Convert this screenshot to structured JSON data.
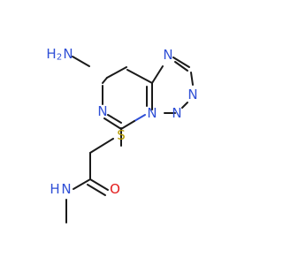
{
  "molecule": {
    "atoms": {
      "nh2_h": "H",
      "nh2_h2": "2",
      "nh2_n": "N",
      "ring_n_left": "N",
      "ring_n_bottom": "N",
      "tri_n_top": "N",
      "tri_n_right": "N",
      "tri_n_bottom": "N",
      "sulfur": "S",
      "oxygen": "O",
      "amide_n": "N",
      "amide_h": "H"
    },
    "colors": {
      "carbon": "#1a1a1a",
      "nitrogen": "#2f4fd6",
      "oxygen": "#e31b1b",
      "sulfur": "#b59a00"
    }
  }
}
